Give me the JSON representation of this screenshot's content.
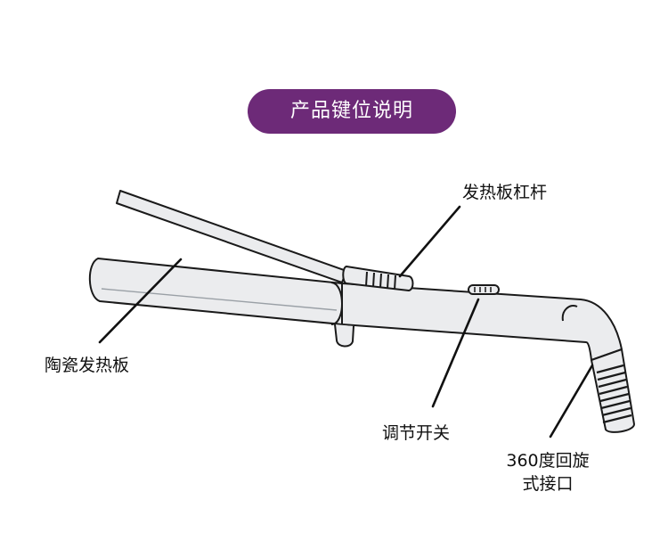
{
  "title": "产品键位说明",
  "labels": {
    "heating_lever": "发热板杠杆",
    "ceramic_plate": "陶瓷发热板",
    "adjust_switch": "调节开关",
    "rotating_joint_line1": "360度回旋",
    "rotating_joint_line2": "式接口"
  },
  "colors": {
    "accent": "#6d2a78",
    "body_fill": "#ebecee",
    "outline": "#1a1a1a"
  }
}
